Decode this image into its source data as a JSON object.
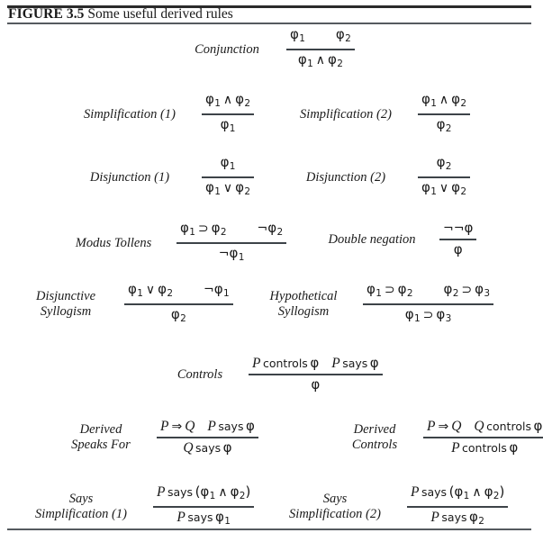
{
  "figure": {
    "label": "FIGURE 3.5",
    "title": " Some useful derived rules",
    "accent_rule_color": "#555a5f",
    "top_rule_color": "#2b2b2b"
  },
  "symbols": {
    "phi": "φ",
    "and": "∧",
    "or": "∨",
    "implies": "⊃",
    "not": "¬",
    "speaks_for": "⇒",
    "sub1": "1",
    "sub2": "2",
    "sub3": "3",
    "P": "P",
    "Q": "Q",
    "says": "says",
    "controls": "controls",
    "lparen": "(",
    "rparen": ")"
  },
  "rules": [
    {
      "id": "conjunction",
      "name": "Conjunction",
      "name_lines": [
        "Conjunction"
      ],
      "premises": [
        "φ1",
        "φ2"
      ],
      "conclusion": "φ1 ∧ φ2"
    },
    {
      "id": "simplification-1",
      "name": "Simplification (1)",
      "name_lines": [
        "Simplification (1)"
      ],
      "premises": [
        "φ1 ∧ φ2"
      ],
      "conclusion": "φ1"
    },
    {
      "id": "simplification-2",
      "name": "Simplification (2)",
      "name_lines": [
        "Simplification (2)"
      ],
      "premises": [
        "φ1 ∧ φ2"
      ],
      "conclusion": "φ2"
    },
    {
      "id": "disjunction-1",
      "name": "Disjunction (1)",
      "name_lines": [
        "Disjunction (1)"
      ],
      "premises": [
        "φ1"
      ],
      "conclusion": "φ1 ∨ φ2"
    },
    {
      "id": "disjunction-2",
      "name": "Disjunction (2)",
      "name_lines": [
        "Disjunction (2)"
      ],
      "premises": [
        "φ2"
      ],
      "conclusion": "φ1 ∨ φ2"
    },
    {
      "id": "modus-tollens",
      "name": "Modus Tollens",
      "name_lines": [
        "Modus Tollens"
      ],
      "premises": [
        "φ1 ⊃ φ2",
        "¬φ2"
      ],
      "conclusion": "¬φ1"
    },
    {
      "id": "double-negation",
      "name": "Double negation",
      "name_lines": [
        "Double negation"
      ],
      "premises": [
        "¬¬φ"
      ],
      "conclusion": "φ"
    },
    {
      "id": "disjunctive-syllogism",
      "name": "Disjunctive Syllogism",
      "name_lines": [
        "Disjunctive",
        "Syllogism"
      ],
      "premises": [
        "φ1 ∨ φ2",
        "¬φ1"
      ],
      "conclusion": "φ2"
    },
    {
      "id": "hypothetical-syllogism",
      "name": "Hypothetical Syllogism",
      "name_lines": [
        "Hypothetical",
        "Syllogism"
      ],
      "premises": [
        "φ1 ⊃ φ2",
        "φ2 ⊃ φ3"
      ],
      "conclusion": "φ1 ⊃ φ3"
    },
    {
      "id": "controls",
      "name": "Controls",
      "name_lines": [
        "Controls"
      ],
      "premises": [
        "P controls φ",
        "P says φ"
      ],
      "conclusion": "φ"
    },
    {
      "id": "derived-speaks-for",
      "name": "Derived Speaks For",
      "name_lines": [
        "Derived",
        "Speaks For"
      ],
      "premises": [
        "P ⇒ Q",
        "P says φ"
      ],
      "conclusion": "Q says φ"
    },
    {
      "id": "derived-controls",
      "name": "Derived Controls",
      "name_lines": [
        "Derived",
        "Controls"
      ],
      "premises": [
        "P ⇒ Q",
        "Q controls φ"
      ],
      "conclusion": "P controls φ"
    },
    {
      "id": "says-simplification-1",
      "name": "Says Simplification (1)",
      "name_lines": [
        "Says",
        "Simplification (1)"
      ],
      "premises": [
        "P says (φ1 ∧ φ2)"
      ],
      "conclusion": "P says φ1"
    },
    {
      "id": "says-simplification-2",
      "name": "Says Simplification (2)",
      "name_lines": [
        "Says",
        "Simplification (2)"
      ],
      "premises": [
        "P says (φ1 ∧ φ2)"
      ],
      "conclusion": "P says φ2"
    }
  ]
}
